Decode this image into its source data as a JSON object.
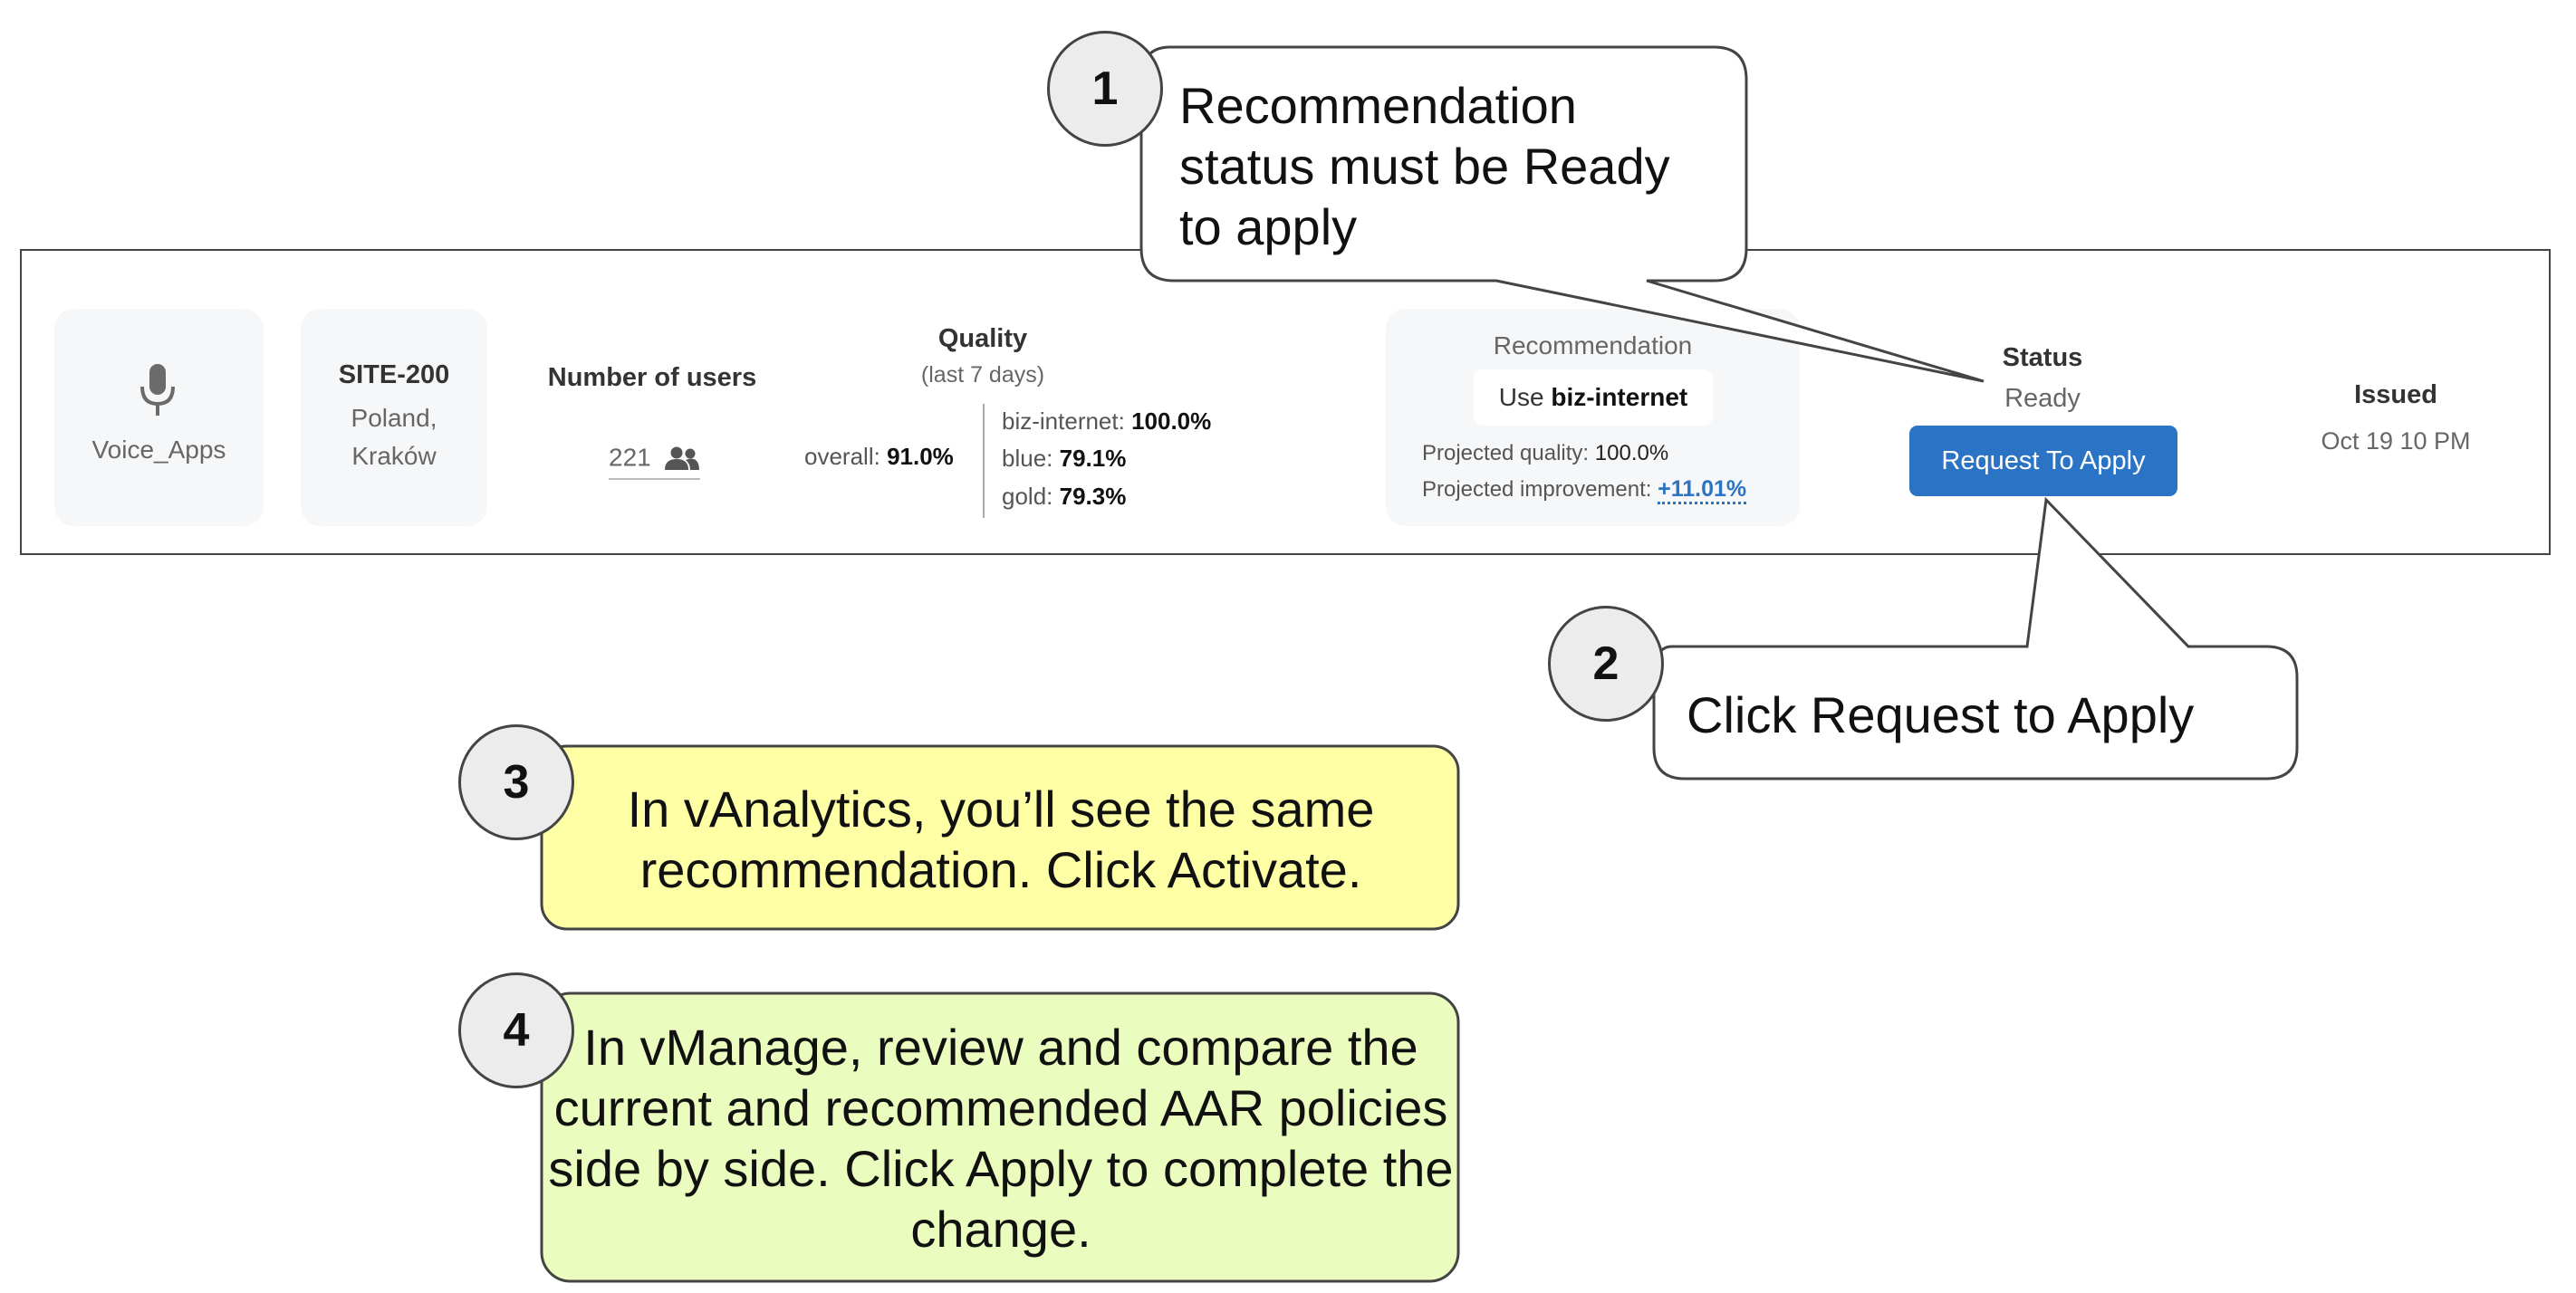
{
  "row": {
    "app": {
      "name": "Voice_Apps",
      "icon": "microphone-icon"
    },
    "site": {
      "name": "SITE-200",
      "country": "Poland,",
      "city": "Kraków"
    },
    "users": {
      "header": "Number of users",
      "count": "221",
      "icon": "users-icon"
    },
    "quality": {
      "header": "Quality",
      "period": "(last 7 days)",
      "overall_label": "overall:",
      "overall_value": "91.0%",
      "paths": [
        {
          "label": "biz-internet:",
          "value": "100.0%"
        },
        {
          "label": "blue:",
          "value": "79.1%"
        },
        {
          "label": "gold:",
          "value": "79.3%"
        }
      ]
    },
    "recommendation": {
      "header": "Recommendation",
      "use_prefix": "Use",
      "use_path": "biz-internet",
      "projected_quality_label": "Projected quality:",
      "projected_quality_value": "100.0%",
      "projected_improvement_label": "Projected improvement:",
      "projected_improvement_value": "+11.01%"
    },
    "status": {
      "header": "Status",
      "value": "Ready",
      "button_label": "Request To Apply"
    },
    "issued": {
      "header": "Issued",
      "value": "Oct 19 10 PM"
    }
  },
  "callouts": [
    {
      "number": "1",
      "text": "Recommendation status must be Ready to apply",
      "fill": "#ffffff"
    },
    {
      "number": "2",
      "text": "Click Request to Apply",
      "fill": "#ffffff"
    },
    {
      "number": "3",
      "text": "In vAnalytics, you’ll see the same recommendation. Click Activate.",
      "fill": "#ffffa6"
    },
    {
      "number": "4",
      "text": "In vManage, review and compare the current and recommended AAR policies side by side. Click Apply to complete the change.",
      "fill": "#ebfcbf"
    }
  ],
  "colors": {
    "accent": "#2b73c4",
    "tile": "#f6f7f8",
    "border": "#444444"
  }
}
